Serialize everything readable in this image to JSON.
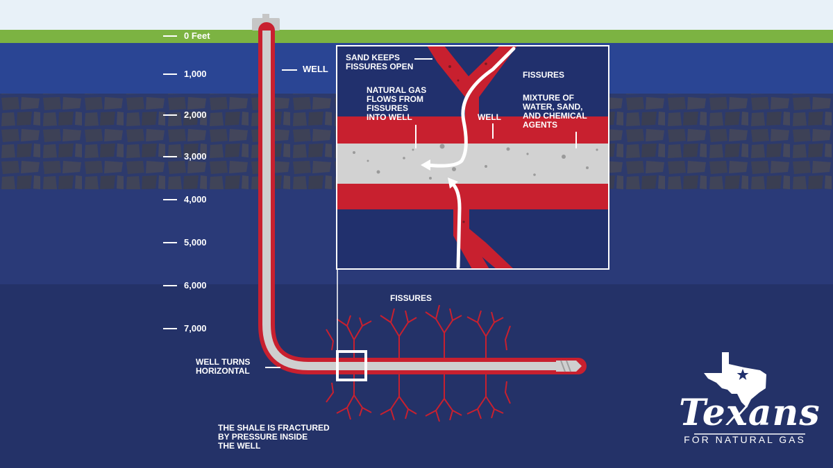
{
  "depth_scale": {
    "labels": [
      "0 Feet",
      "1,000",
      "2,000",
      "3,000",
      "4,000",
      "5,000",
      "6,000",
      "7,000"
    ]
  },
  "labels": {
    "well": "WELL",
    "well_turns": "WELL TURNS\nHORIZONTAL",
    "fissures_main": "FISSURES",
    "shale_fractured": "THE SHALE IS FRACTURED\nBY PRESSURE INSIDE\nTHE WELL"
  },
  "inset": {
    "sand_keeps": "SAND KEEPS\nFISSURES OPEN",
    "natural_gas": "NATURAL GAS\nFLOWS FROM\nFISSURES\nINTO WELL",
    "well": "WELL",
    "fissures": "FISSURES",
    "mixture": "MIXTURE OF\nWATER, SAND,\nAND CHEMICAL\nAGENTS"
  },
  "logo": {
    "word": "Texans",
    "sub": "FOR NATURAL GAS",
    "icons": [
      "texas-map-icon",
      "star-icon"
    ]
  },
  "colors": {
    "sky": "#e8f1f8",
    "grass": "#7cb342",
    "layer_top": "#2a4594",
    "layer_rock": "#3b3f55",
    "deep": "#2a3a78",
    "deepest": "#243268",
    "pipe_red": "#c8202f",
    "pipe_gray": "#c9c9c9",
    "inset_navy": "#21306d"
  }
}
